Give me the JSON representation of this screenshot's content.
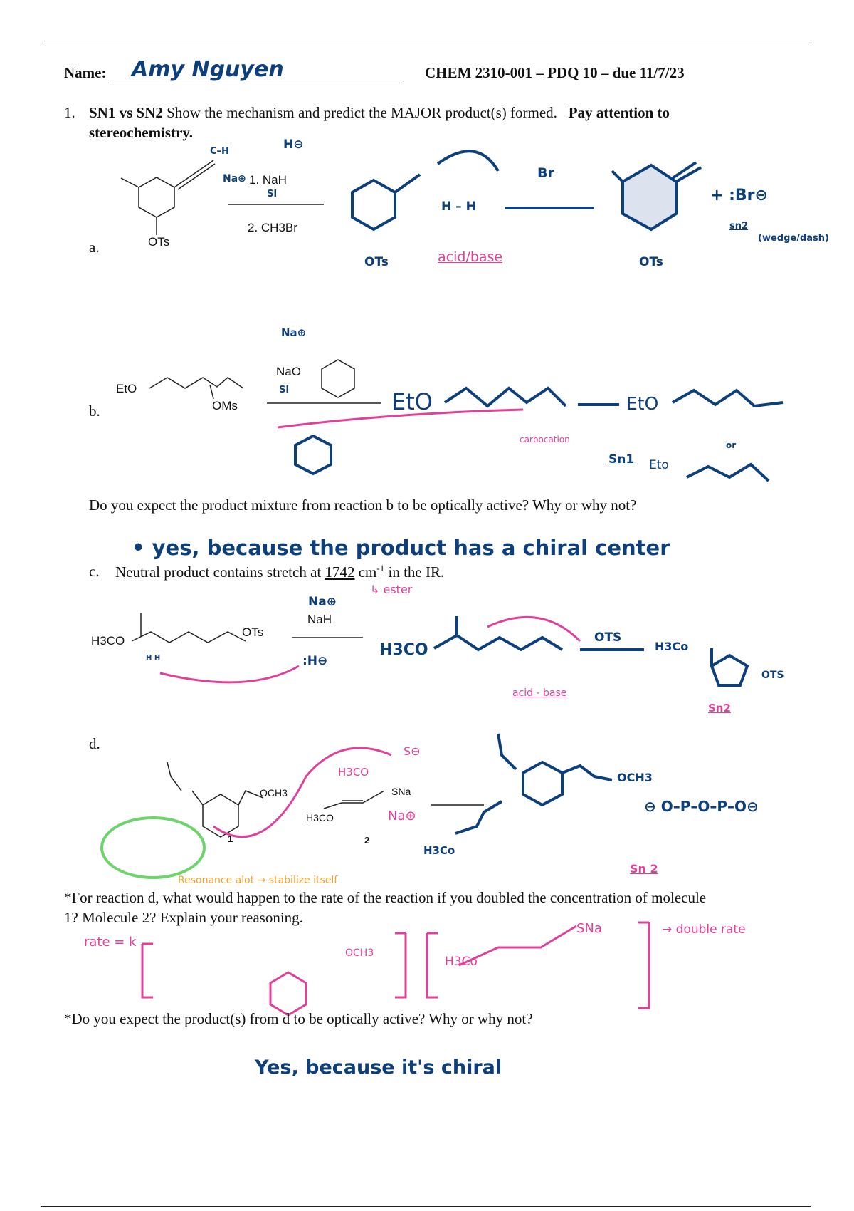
{
  "header": {
    "name_label": "Name:",
    "student_name": "Amy Nguyen",
    "course": "CHEM 2310-001 – PDQ 10 – due 11/7/23"
  },
  "question1": {
    "number": "1.",
    "title_sn1": "SN1 vs SN2",
    "prompt": "Show the mechanism and predict the MAJOR product(s) formed.",
    "emphasis": "Pay attention to",
    "emphasis2": "stereochemistry."
  },
  "part_a": {
    "label": "a.",
    "reagent1": "1. NaH",
    "reagent2": "2. CH3Br",
    "leaving_group": "OTs",
    "notes": {
      "hydride": "H⊖",
      "na": "Na⊕",
      "h2": "H – H",
      "br": "Br",
      "acid_base": "acid/base",
      "br_ion": "+ :Br⊖",
      "sn2": "sn2",
      "wedge_dash": "(wedge/dash)",
      "ots1": "OTs",
      "ots2": "OTs",
      "ch": "C–H",
      "si": "SI"
    }
  },
  "part_b": {
    "label": "b.",
    "substrate_eto": "EtO",
    "substrate_oms": "OMs",
    "reagent": "NaO",
    "notes": {
      "na": "Na⊕",
      "si": "SI",
      "eto1": "EtO",
      "eto2": "EtO",
      "eto3": "Eto",
      "carbocation": "carbocation",
      "or": "or",
      "sn1": "Sn1"
    },
    "question": "Do you expect the product mixture from reaction b to be optically active?  Why or why not?",
    "answer": "• yes, because the product has a chiral center"
  },
  "part_c": {
    "label": "c.",
    "prompt_pre": "Neutral product contains stretch at",
    "wavenumber": "1742",
    "unit": "cm",
    "exponent": "-1",
    "prompt_post": "in the IR.",
    "ester_note": "↳ ester",
    "substrate_h3co": "H3CO",
    "substrate_ots": "OTs",
    "reagent": "NaH",
    "notes": {
      "na": "Na⊕",
      "hydride": ":H⊖",
      "h3co1": "H3CO",
      "ots1": "OTS",
      "h3co2": "H3Co",
      "ots2": "OTS",
      "acid_base": "acid - base",
      "sn2": "Sn2",
      "hh": "H  H"
    }
  },
  "part_d": {
    "label": "d.",
    "och3": "OCH3",
    "sna": "SNa",
    "h3co": "H3CO",
    "mol1": "1",
    "mol2": "2",
    "notes": {
      "h3co_top": "H3CO",
      "s_minus": "S⊖",
      "na": "Na⊕",
      "och3": "OCH3",
      "h3co_prod": "H3Co",
      "sn2": "Sn 2",
      "resonance": "Resonance alot → stabilize itself",
      "pp": "⊖ O–P–O–P–O⊖"
    },
    "rate_question": "*For reaction d, what would happen to the rate of the reaction if you doubled the concentration of molecule",
    "rate_question2": "1?  Molecule 2?  Explain your reasoning.",
    "rate_label": "rate = k",
    "rate_och3": "OCH3",
    "rate_h3co": "H3Co",
    "rate_sna": "SNa",
    "rate_note": "→ double rate",
    "optical_question": "*Do you expect the product(s) from d to be optically active?  Why or why not?",
    "optical_answer": "Yes, because it's chiral"
  },
  "colors": {
    "ink_blue": "#0d3f7c",
    "ink_pink": "#e0409a",
    "ink_orange": "#f0a030",
    "ink_green": "#6cd46a"
  }
}
